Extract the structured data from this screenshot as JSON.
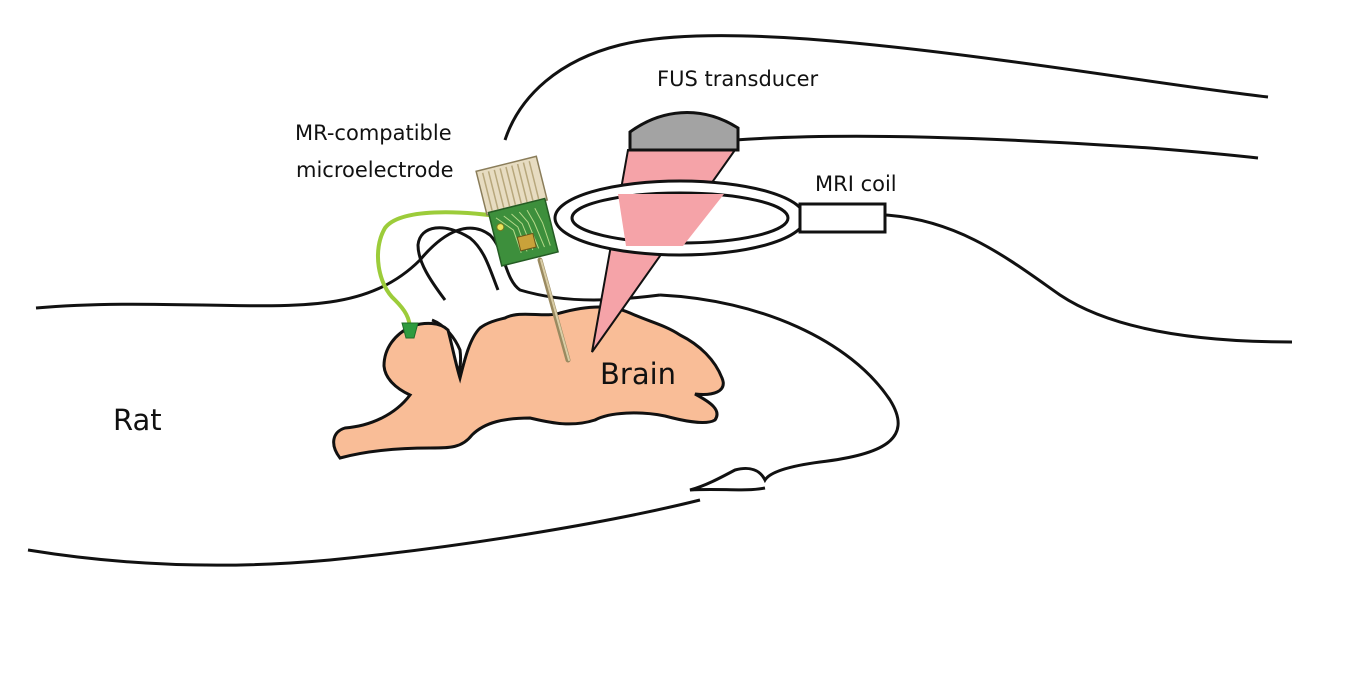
{
  "labels": {
    "fus": "FUS transducer",
    "electrode_line1": "MR-compatible",
    "electrode_line2": "microelectrode",
    "mri": "MRI coil",
    "brain": "Brain",
    "rat": "Rat"
  },
  "colors": {
    "outline": "#111111",
    "brain_fill": "#f9bd97",
    "beam_fill": "#f5a3a8",
    "transducer_fill": "#a3a3a3",
    "pcb_green": "#3d8f3c",
    "connector_beige": "#e7dcc1",
    "wire_green": "#9ccc3a",
    "coil_fill": "#ffffff"
  }
}
